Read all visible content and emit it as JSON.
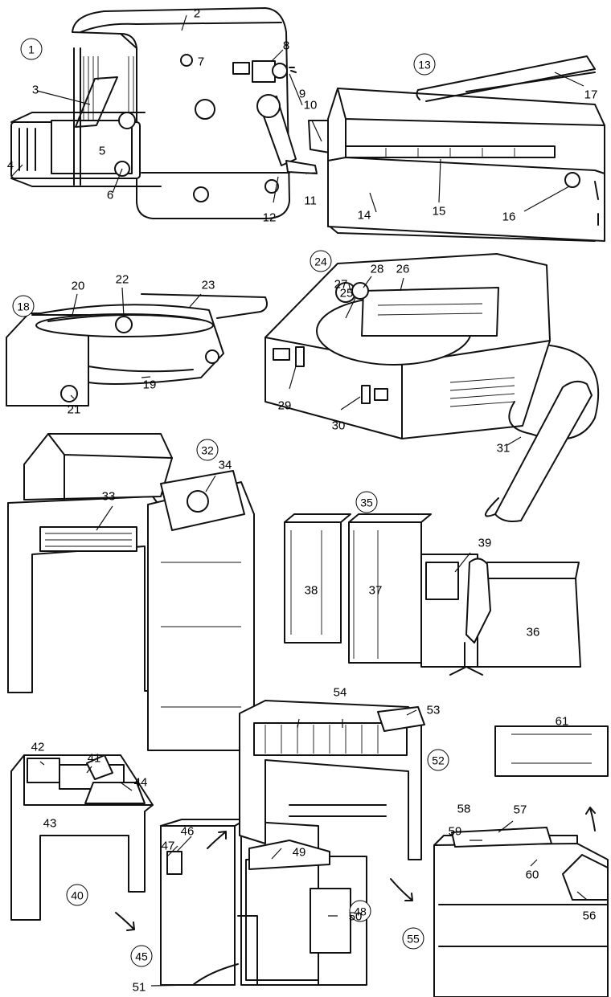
{
  "labels": {
    "l1": "1",
    "l2": "2",
    "l3": "3",
    "l4": "4",
    "l5": "5",
    "l6": "6",
    "l7": "7",
    "l8": "8",
    "l9": "9",
    "l10": "10",
    "l11": "11",
    "l12": "12",
    "l13": "13",
    "l14": "14",
    "l15": "15",
    "l16": "16",
    "l17": "17",
    "l18": "18",
    "l19": "19",
    "l20": "20",
    "l21": "21",
    "l22": "22",
    "l23": "23",
    "l24": "24",
    "l25": "25",
    "l26": "26",
    "l27": "27",
    "l28": "28",
    "l29": "29",
    "l30": "30",
    "l31": "31",
    "l32": "32",
    "l33": "33",
    "l34": "34",
    "l35": "35",
    "l36": "36",
    "l37": "37",
    "l38": "38",
    "l39": "39",
    "l40": "40",
    "l41": "41",
    "l42": "42",
    "l43": "43",
    "l44": "44",
    "l45": "45",
    "l46": "46",
    "l47": "47",
    "l48": "48",
    "l49": "49",
    "l50": "50",
    "l51": "51",
    "l52": "52",
    "l53": "53",
    "l54": "54",
    "l55": "55",
    "l56": "56",
    "l57": "57",
    "l58": "58",
    "l59": "59",
    "l60": "60",
    "l61": "61"
  }
}
